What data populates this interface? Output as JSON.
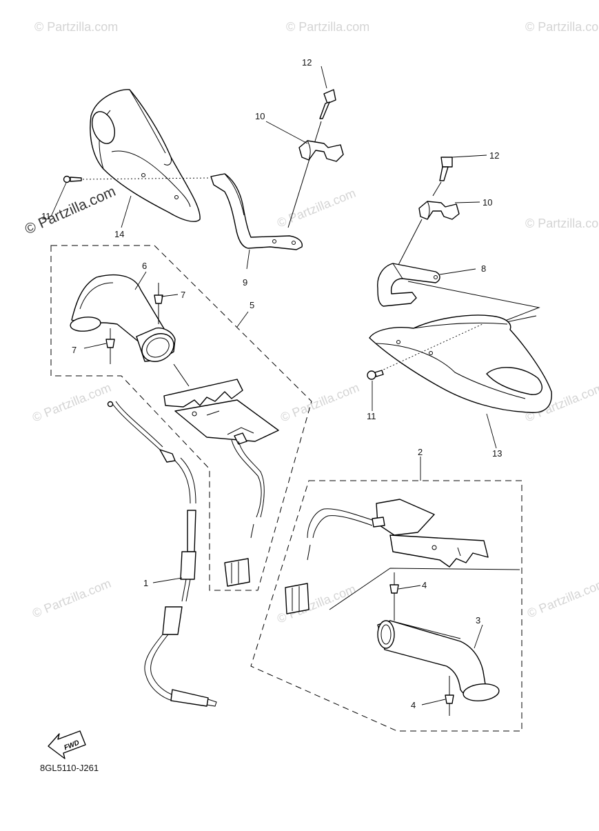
{
  "diagram": {
    "code": "8GL5110-J261",
    "fwd_label": "FWD",
    "watermark_text": "© Partzilla.com",
    "callouts": {
      "c1": "1",
      "c2": "2",
      "c3": "3",
      "c4a": "4",
      "c4b": "4",
      "c5": "5",
      "c6": "6",
      "c7a": "7",
      "c7b": "7",
      "c8": "8",
      "c9": "9",
      "c10a": "10",
      "c10b": "10",
      "c11a": "11",
      "c11b": "11",
      "c12a": "12",
      "c12b": "12",
      "c13": "13",
      "c14": "14"
    }
  }
}
